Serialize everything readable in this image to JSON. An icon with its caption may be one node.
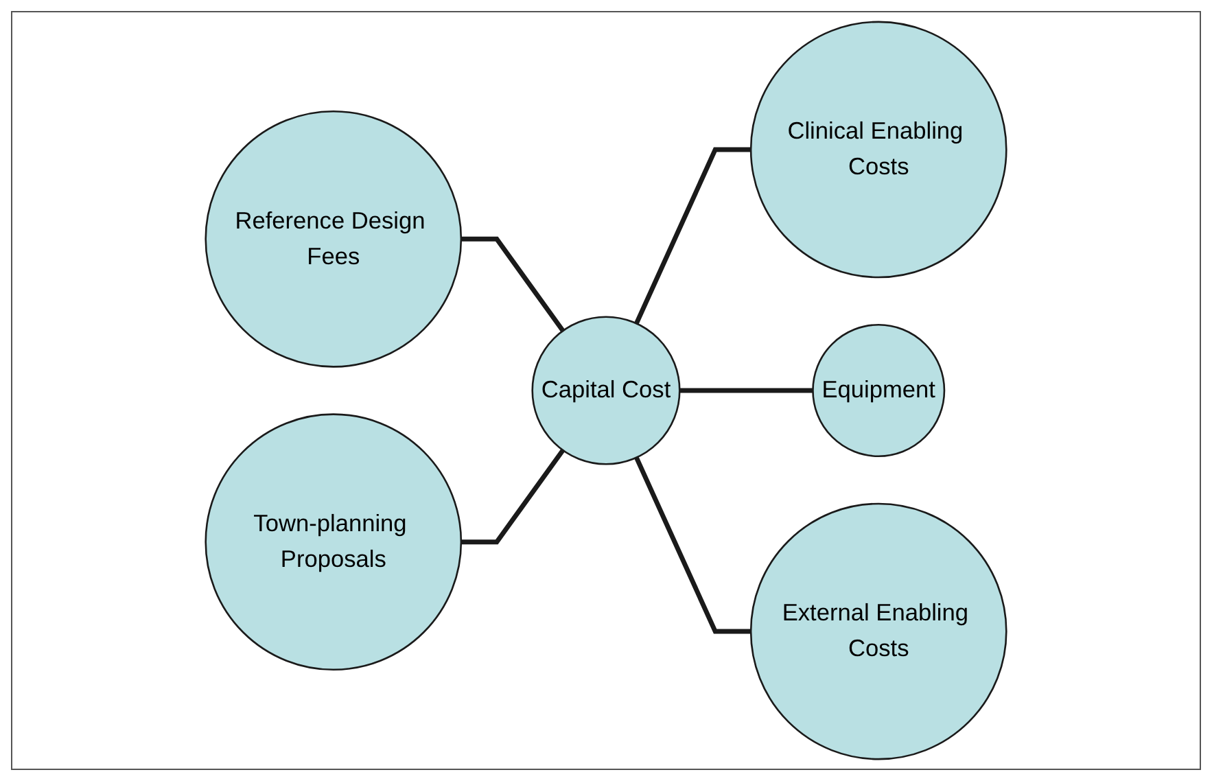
{
  "diagram": {
    "nodes": [
      {
        "text": [
          "Clinical Enabling Costs"
        ]
      },
      {
        "text": [
          "Reference Design Fees"
        ]
      },
      {
        "text": [
          "Equipment"
        ]
      },
      {
        "text": [
          "Capital Cost"
        ]
      },
      {
        "text": [
          "Town-planning Proposals"
        ]
      },
      {
        "text": [
          "External Enabling Costs"
        ]
      }
    ],
    "edges": [
      {
        "from": 3,
        "to": 0,
        "arrow": "none"
      },
      {
        "from": 1,
        "to": 3,
        "arrow": "none"
      },
      {
        "from": 3,
        "to": 2,
        "arrow": "none"
      },
      {
        "from": 4,
        "to": 3,
        "arrow": "none"
      },
      {
        "from": 3,
        "to": 5,
        "arrow": "none"
      }
    ]
  }
}
